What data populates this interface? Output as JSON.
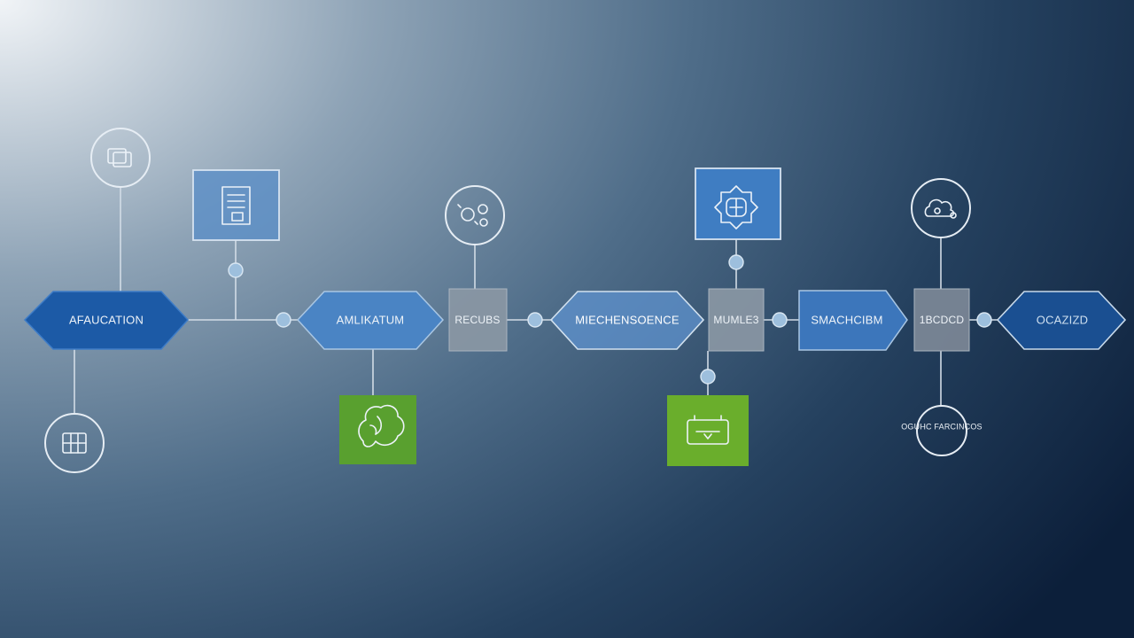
{
  "colors": {
    "hex_dark": "#1c5aa6",
    "hex_mid": "#4a84c4",
    "gray_box": "#8a97a4",
    "green_box": "#59a02f",
    "blue_box": "#4a7fbf",
    "wire": "#d2dce6",
    "text_light": "#eef3f8",
    "text_dark": "#24476e"
  },
  "nodes": {
    "application_1": "AFAUCATION",
    "application_2": "AMLIKATUM",
    "records": "RECUBS",
    "middleware": "MIECHENSOENCE",
    "modules": "MUMLE3",
    "smarthub": "SMACHCIBM",
    "search": "1BCDCD",
    "orchestration": "OCAZIZD",
    "outlier_label": "OGUHC FARCINCOS"
  },
  "icons": [
    "cards-icon",
    "document-icon",
    "grid-icon",
    "gear-cluster-icon",
    "circuit-gear-icon",
    "cloud-gear-icon",
    "plant-icon",
    "battery-icon"
  ]
}
